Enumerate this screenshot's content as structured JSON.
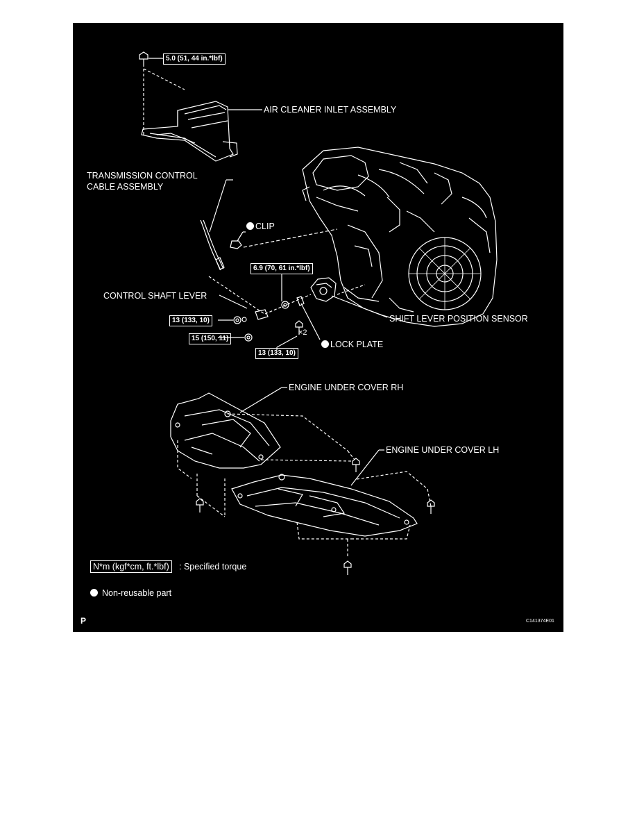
{
  "labels": {
    "air_cleaner": "AIR CLEANER INLET ASSEMBLY",
    "transmission_cable_l1": "TRANSMISSION CONTROL",
    "transmission_cable_l2": "CABLE ASSEMBLY",
    "clip": "CLIP",
    "control_shaft_lever": "CONTROL SHAFT LEVER",
    "shift_lever_sensor": "SHIFT LEVER POSITION SENSOR",
    "lock_plate": "LOCK PLATE",
    "under_cover_rh": "ENGINE UNDER COVER RH",
    "under_cover_lh": "ENGINE UNDER COVER LH",
    "times_two": "×2"
  },
  "torques": {
    "t_air_cleaner": "5.0 (51, 44 in.*lbf)",
    "t_sensor": "6.9 (70, 61 in.*lbf)",
    "t_lever_nut": "13 (133, 10)",
    "t_lever_bolt": "15 (150, 11)",
    "t_sensor_bolt": "13 (133, 10)"
  },
  "legend": {
    "torque_unit": "N*m (kgf*cm, ft.*lbf)",
    "torque_desc": ": Specified torque",
    "nonreusable_desc": "Non-reusable part"
  },
  "corner": {
    "p_mark": "P",
    "code": "C141374E01"
  }
}
